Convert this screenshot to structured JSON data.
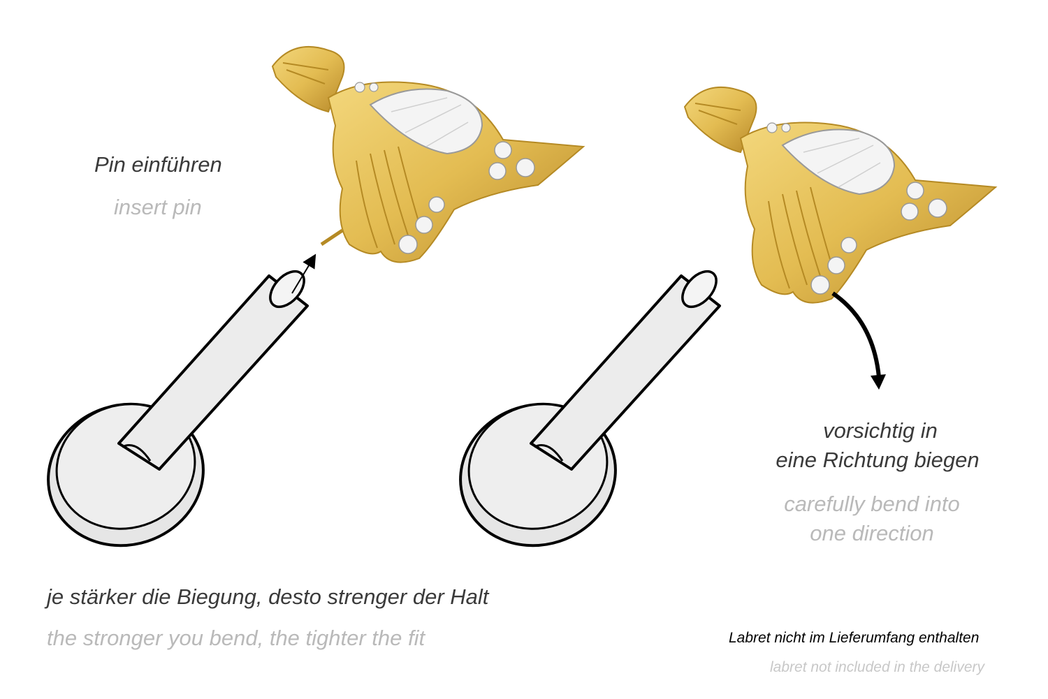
{
  "steps": {
    "insert": {
      "label_de": "Pin einführen",
      "label_en": "insert pin"
    },
    "bend": {
      "label_de_line1": "vorsichtig in",
      "label_de_line2": "eine Richtung biegen",
      "label_en_line1": "carefully bend into",
      "label_en_line2": "one direction"
    }
  },
  "tip": {
    "de": "je stärker die Biegung, desto strenger der Halt",
    "en": "the stronger you bend, the tighter the fit"
  },
  "notice": {
    "de": "Labret nicht im Lieferumfang enthalten",
    "en": "labret not included in the delivery"
  },
  "colors": {
    "gold": "#e3bc52",
    "gold_dark": "#b58a24",
    "silver": "#e6e6e6",
    "outline": "#000000",
    "stone": "#f4f4f4"
  }
}
